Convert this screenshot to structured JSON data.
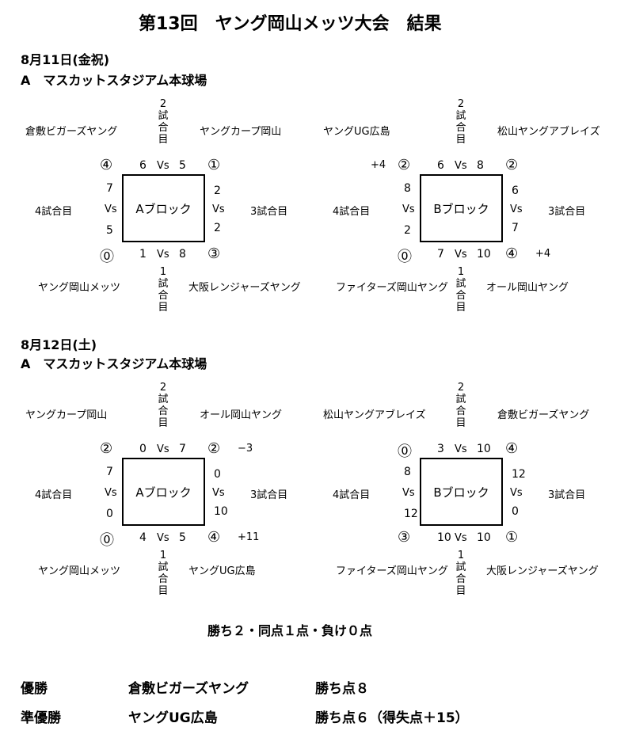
{
  "title": "第13回　ヤング岡山メッツ大会　結果",
  "rule": "勝ち２・同点１点・負け０点",
  "days": [
    {
      "date": "8月11日(金祝)",
      "venue": "A　マスカットスタジアム本球場",
      "blocks": [
        {
          "name": "Aブロック",
          "tl_team": "倉敷ビガーズヤング",
          "tr_team": "ヤングカープ岡山",
          "bl_team": "ヤング岡山メッツ",
          "br_team": "大阪レンジャーズヤング",
          "top_game": "2試合目",
          "bottom_game": "1試合目",
          "left_game": "4試合目",
          "right_game": "3試合目",
          "tl_circ": "④",
          "tr_circ": "①",
          "bl_circ": "⓪",
          "br_circ": "③",
          "top_l": "6",
          "top_r": "5",
          "bot_l": "1",
          "bot_r": "8",
          "left_t": "7",
          "left_b": "5",
          "right_t": "2",
          "right_b": "2",
          "vs": "Vs",
          "tl_pm": "",
          "tr_pm": "",
          "br_pm": ""
        },
        {
          "name": "Bブロック",
          "tl_team": "ヤングUG広島",
          "tr_team": "松山ヤングアブレイズ",
          "bl_team": "ファイターズ岡山ヤング",
          "br_team": "オール岡山ヤング",
          "top_game": "2試合目",
          "bottom_game": "1試合目",
          "left_game": "4試合目",
          "right_game": "3試合目",
          "tl_circ": "②",
          "tr_circ": "②",
          "bl_circ": "⓪",
          "br_circ": "④",
          "top_l": "6",
          "top_r": "8",
          "bot_l": "7",
          "bot_r": "10",
          "left_t": "8",
          "left_b": "2",
          "right_t": "6",
          "right_b": "7",
          "vs": "Vs",
          "tl_pm": "+4",
          "tr_pm": "",
          "br_pm": "+4"
        }
      ]
    },
    {
      "date": "8月12日(土)",
      "venue": "A　マスカットスタジアム本球場",
      "blocks": [
        {
          "name": "Aブロック",
          "tl_team": "ヤングカープ岡山",
          "tr_team": "オール岡山ヤング",
          "bl_team": "ヤング岡山メッツ",
          "br_team": "ヤングUG広島",
          "top_game": "2試合目",
          "bottom_game": "1試合目",
          "left_game": "4試合目",
          "right_game": "3試合目",
          "tl_circ": "②",
          "tr_circ": "②",
          "bl_circ": "⓪",
          "br_circ": "④",
          "top_l": "0",
          "top_r": "7",
          "bot_l": "4",
          "bot_r": "5",
          "left_t": "7",
          "left_b": "0",
          "right_t": "0",
          "right_b": "10",
          "vs": "Vs",
          "tl_pm": "",
          "tr_pm": "−3",
          "br_pm": "+11"
        },
        {
          "name": "Bブロック",
          "tl_team": "松山ヤングアブレイズ",
          "tr_team": "倉敷ビガーズヤング",
          "bl_team": "ファイターズ岡山ヤング",
          "br_team": "大阪レンジャーズヤング",
          "top_game": "2試合目",
          "bottom_game": "1試合目",
          "left_game": "4試合目",
          "right_game": "3試合目",
          "tl_circ": "⓪",
          "tr_circ": "④",
          "bl_circ": "③",
          "br_circ": "①",
          "top_l": "3",
          "top_r": "10",
          "bot_l": "10",
          "bot_r": "10",
          "left_t": "8",
          "left_b": "12",
          "right_t": "12",
          "right_b": "0",
          "vs": "Vs",
          "tl_pm": "",
          "tr_pm": "",
          "br_pm": ""
        }
      ]
    }
  ],
  "results": [
    {
      "label": "優勝",
      "team": "倉敷ビガーズヤング",
      "points": "勝ち点８"
    },
    {
      "label": "準優勝",
      "team": "ヤングUG広島",
      "points": "勝ち点６（得失点＋15）"
    }
  ]
}
